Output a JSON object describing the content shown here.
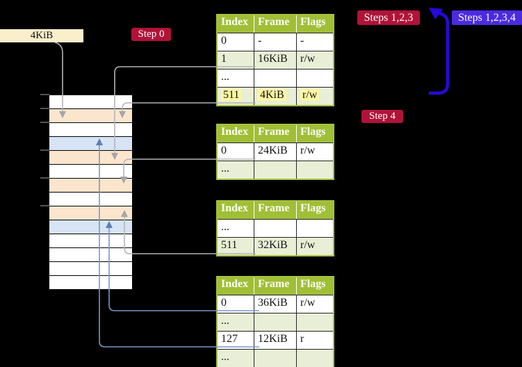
{
  "colors": {
    "badge_red": "#b11338",
    "badge_blue": "#4b2be0",
    "table_header_green": "#a0bf36",
    "table_row_tint": "#e9efd6",
    "highlight_yellow": "#fdf7a3",
    "frame_row_peach": "#fce5cd",
    "page_table_row_blue": "#d7e4f5",
    "memory_box_tan": "#faeecb",
    "arrow_gray": "#b4b4b8",
    "arrow_blue_thin": "#7b96c8",
    "arrow_blue_thick": "#2609dc"
  },
  "memory_box": {
    "label": "4KiB"
  },
  "badges": {
    "step0": {
      "label": "Step 0"
    },
    "steps123": {
      "label": "Steps 1,2,3"
    },
    "steps1234": {
      "label": "Steps 1,2,3,4"
    },
    "step4": {
      "label": "Step 4"
    }
  },
  "tables": [
    {
      "headers": [
        "Index",
        "Frame",
        "Flags"
      ],
      "rows": [
        [
          "0",
          "-",
          "-"
        ],
        [
          "1",
          "16KiB",
          "r/w"
        ],
        [
          "...",
          "",
          ""
        ],
        [
          "511",
          "4KiB",
          "r/w"
        ]
      ]
    },
    {
      "headers": [
        "Index",
        "Frame",
        "Flags"
      ],
      "rows": [
        [
          "0",
          "24KiB",
          "r/w"
        ],
        [
          "...",
          "",
          ""
        ]
      ]
    },
    {
      "headers": [
        "Index",
        "Frame",
        "Flags"
      ],
      "rows": [
        [
          "...",
          "",
          ""
        ],
        [
          "511",
          "32KiB",
          "r/w"
        ]
      ]
    },
    {
      "headers": [
        "Index",
        "Frame",
        "Flags"
      ],
      "rows": [
        [
          "0",
          "36KiB",
          "r/w"
        ],
        [
          "...",
          "",
          ""
        ],
        [
          "127",
          "12KiB",
          "r"
        ],
        [
          "...",
          "",
          ""
        ]
      ]
    }
  ],
  "memory_column": {
    "rows": [
      {
        "cls": "mrow m-free"
      },
      {
        "cls": "mrow m-frame"
      },
      {
        "cls": "mrow m-free"
      },
      {
        "cls": "mrow m-table"
      },
      {
        "cls": "mrow m-frame"
      },
      {
        "cls": "mrow m-free"
      },
      {
        "cls": "mrow m-frame"
      },
      {
        "cls": "mrow m-free"
      },
      {
        "cls": "mrow m-frame"
      },
      {
        "cls": "mrow m-table"
      },
      {
        "cls": "mrow m-free"
      },
      {
        "cls": "mrow m-free"
      },
      {
        "cls": "mrow m-free"
      },
      {
        "cls": "mrow m-free"
      }
    ]
  }
}
